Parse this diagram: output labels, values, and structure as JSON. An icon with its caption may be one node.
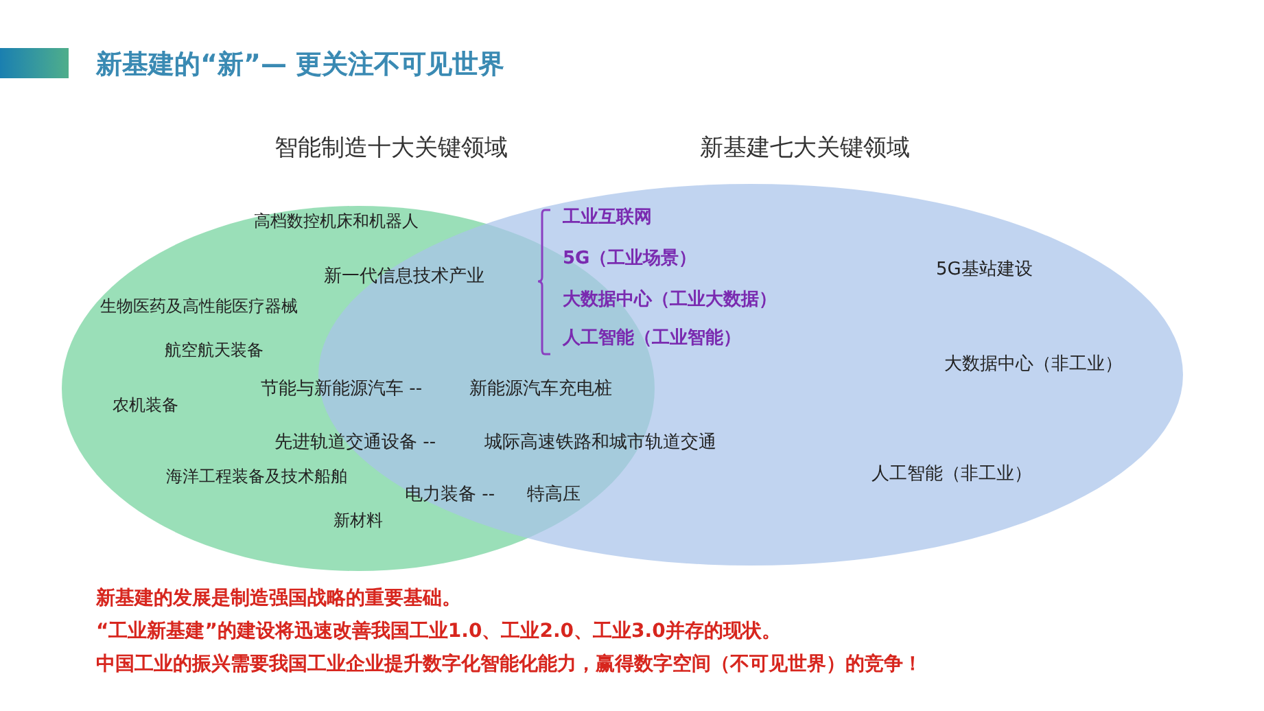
{
  "diagram": {
    "title": "新基建的“新”— 更关注不可见世界",
    "nodes": [
      {
        "text": [
          "智能制造十大关键领域"
        ]
      },
      {
        "text": [
          "新基建七大关键领域"
        ]
      }
    ],
    "labels": [
      "高档数控机床和机器人",
      "新一代信息技术产业",
      "工业互联网",
      "5G（工业场景）",
      "大数据中心（工业大数据）",
      "人工智能（工业智能）",
      "生物医药及高性能医疗器械",
      "航空航天装备",
      "节能与新能源汽车 --",
      "新能源汽车充电桩",
      "农机装备",
      "先进轨道交通设备 --",
      "城际高速铁路和城市轨道交通",
      "海洋工程装备及技术船舶",
      "电力装备 --",
      "特高压",
      "新材料",
      "5G基站建设",
      "大数据中心（非工业）",
      "人工智能（非工业）",
      "新基建的发展是制造强国战略的重要基础。",
      "“工业新基建”的建设将迅速改善我国工业1.0、工业2.0、工业3.0并存的现状。",
      "中国工业的振兴需要我国工业企业提升数字化智能化能力，赢得数字空间（不可见世界）的竞争！"
    ]
  }
}
